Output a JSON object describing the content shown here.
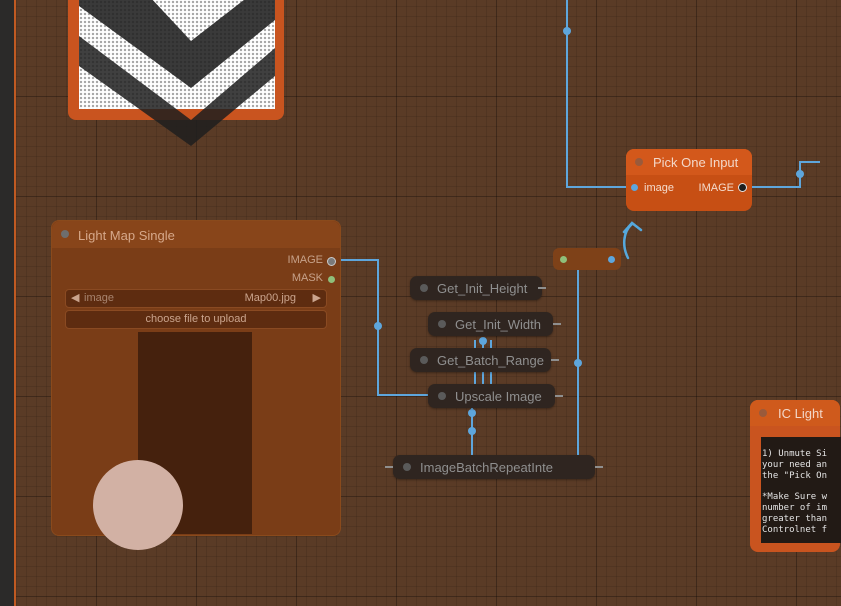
{
  "canvas": {
    "background_color": "#5a3b26",
    "wire_color": "#5ea6dc"
  },
  "nodes": {
    "light_map_single": {
      "title": "Light Map Single",
      "outputs": [
        "IMAGE",
        "MASK"
      ],
      "image_widget": {
        "name": "image",
        "value": "Map00.jpg"
      },
      "upload_button": "choose file to upload"
    },
    "pick_one_input": {
      "title": "Pick One Input",
      "input_label": "image",
      "output_label": "IMAGE"
    },
    "get_init_height": {
      "title": "Get_Init_Height"
    },
    "get_init_width": {
      "title": "Get_Init_Width"
    },
    "get_batch_range": {
      "title": "Get_Batch_Range"
    },
    "upscale_image": {
      "title": "Upscale Image"
    },
    "image_batch_repeat": {
      "title": "ImageBatchRepeatInte"
    },
    "ic_light": {
      "title": "IC Light",
      "note": "1) Unmute Si\nyour need an\nthe \"Pick On\n\n*Make Sure w\nnumber of im\ngreater than\nControlnet f"
    }
  }
}
